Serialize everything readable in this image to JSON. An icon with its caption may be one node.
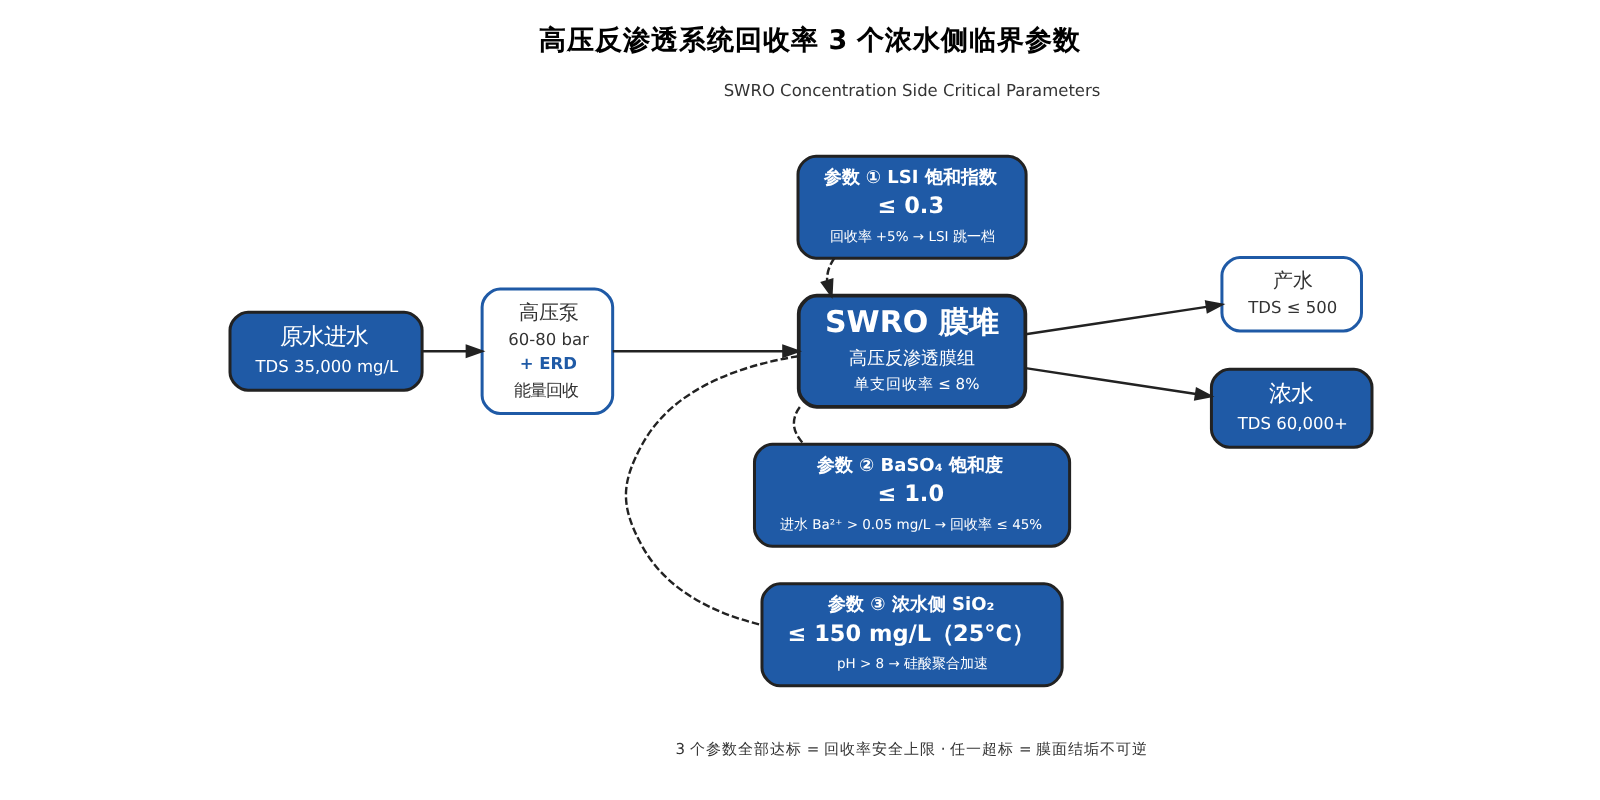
{
  "diagram": {
    "title": "高压反渗透系统回收率 3 个浓水侧临界参数",
    "caption": "3 个参数全部达标 = 回收率安全上限 · 任一超标 = 膜面结垢不可逆",
    "nodes": [
      {
        "text": [
          "参数 ① LSI 饱和指数",
          "≤ 0.3",
          "回收率 +5% → LSI 跳一档"
        ]
      },
      {
        "text": [
          "原水进水",
          "TDS 35,000 mg/L"
        ]
      },
      {
        "text": [
          "高压泵",
          "60-80 bar",
          "+ ERD",
          "能量回收"
        ]
      },
      {
        "text": [
          "SWRO 膜堆",
          "高压反渗透膜组",
          "单支回收率 ≤ 8%"
        ]
      },
      {
        "text": [
          "产水",
          "TDS ≤ 500"
        ]
      },
      {
        "text": [
          "浓水",
          "TDS 60,000+"
        ]
      },
      {
        "text": [
          "参数 ② BaSO₄ 饱和度",
          "≤ 1.0",
          "进水 Ba²⁺ > 0.05 mg/L → 回收率 ≤ 45%"
        ]
      },
      {
        "text": [
          "参数 ③ 浓水侧 SiO₂",
          "≤ 150 mg/L（25°C）",
          "pH > 8 → 硅酸聚合加速"
        ]
      }
    ],
    "edges": [
      {
        "from": 1,
        "to": 2,
        "arrow": "to"
      },
      {
        "from": 2,
        "to": 3,
        "arrow": "to"
      },
      {
        "from": 3,
        "to": 4,
        "arrow": "to"
      },
      {
        "from": 3,
        "to": 5,
        "arrow": "to"
      },
      {
        "from": 0,
        "to": 3,
        "arrow": "to",
        "style": "dashed"
      },
      {
        "from": 3,
        "to": 6,
        "arrow": "none",
        "style": "dashed"
      },
      {
        "from": 3,
        "to": 7,
        "arrow": "none",
        "style": "dashed"
      }
    ],
    "labels": [
      "SWRO Concentration Side Critical Parameters"
    ]
  }
}
